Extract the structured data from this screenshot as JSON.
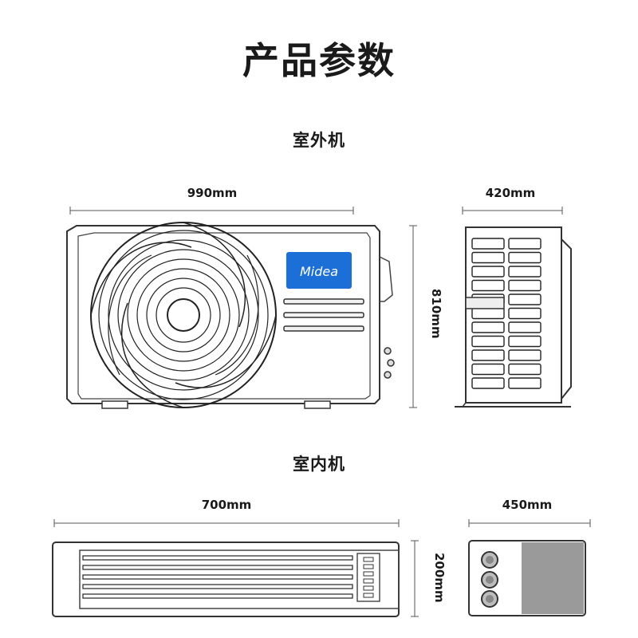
{
  "page": {
    "title": "产品参数"
  },
  "outdoor": {
    "section_title": "室外机",
    "width_label": "990mm",
    "depth_label": "420mm",
    "height_label": "810mm",
    "brand": "Midea",
    "brand_color": "#1d6fd8"
  },
  "indoor": {
    "section_title": "室内机",
    "width_label": "700mm",
    "depth_label": "450mm",
    "height_label": "200mm"
  },
  "colors": {
    "line": "#333333",
    "panel_gray": "#9a9a9a",
    "light_gray": "#d8d8d8"
  }
}
